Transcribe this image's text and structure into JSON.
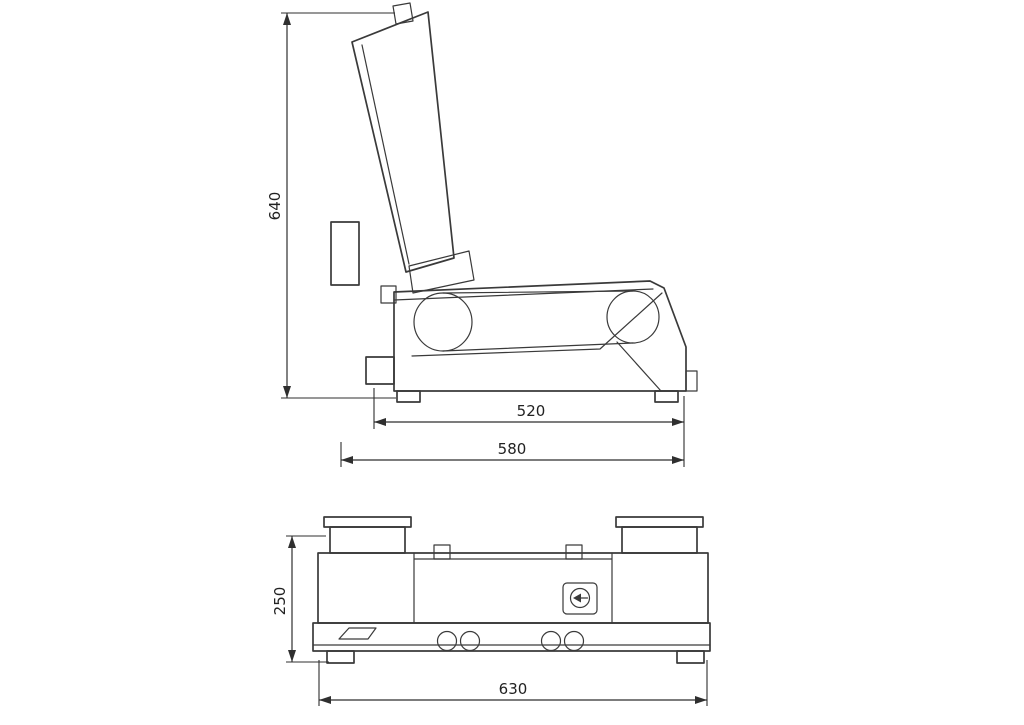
{
  "page": {
    "background": "#ffffff",
    "line_color": "#3a3a3a",
    "text_color": "#222222"
  },
  "side_view": {
    "height_dim": "640",
    "inner_width_dim": "520",
    "outer_width_dim": "580"
  },
  "front_view": {
    "height_dim": "250",
    "width_dim": "630"
  }
}
